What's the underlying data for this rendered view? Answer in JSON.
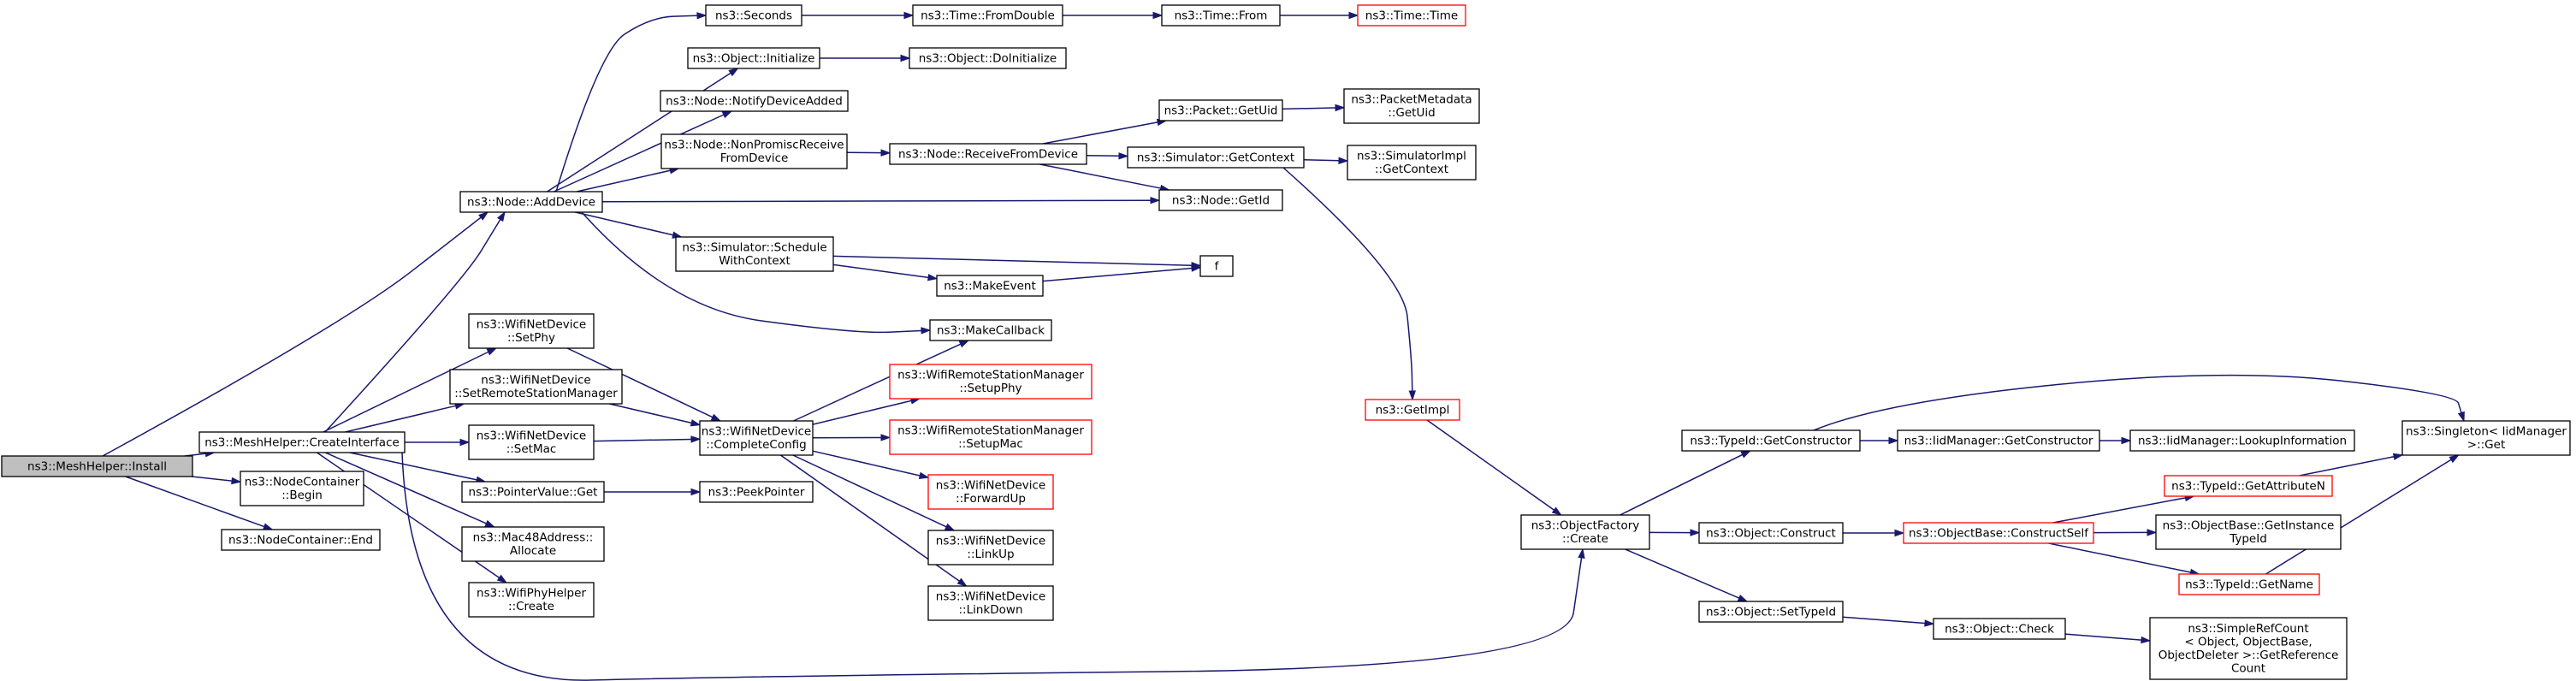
{
  "colors": {
    "edge": "#191970",
    "node_border": "#000000",
    "missing_border": "#ff0000",
    "root_fill": "#bfbfbf",
    "node_fill": "#ffffff"
  },
  "nodes": {
    "meshhelper_install": [
      "ns3::MeshHelper::Install"
    ],
    "meshhelper_createinterface": [
      "ns3::MeshHelper::CreateInterface"
    ],
    "nodecontainer_begin": [
      "ns3::NodeContainer",
      "::Begin"
    ],
    "nodecontainer_end": [
      "ns3::NodeContainer::End"
    ],
    "node_adddevice": [
      "ns3::Node::AddDevice"
    ],
    "seconds": [
      "ns3::Seconds"
    ],
    "object_initialize": [
      "ns3::Object::Initialize"
    ],
    "node_notifydeviceadded": [
      "ns3::Node::NotifyDeviceAdded"
    ],
    "node_nonpromiscreceivefromdevice": [
      "ns3::Node::NonPromiscReceive",
      "FromDevice"
    ],
    "simulator_schedulewithcontext": [
      "ns3::Simulator::Schedule",
      "WithContext"
    ],
    "time_fromdouble": [
      "ns3::Time::FromDouble"
    ],
    "object_doinitialize": [
      "ns3::Object::DoInitialize"
    ],
    "node_receivefromdevice": [
      "ns3::Node::ReceiveFromDevice"
    ],
    "makeevent": [
      "ns3::MakeEvent"
    ],
    "time_from": [
      "ns3::Time::From"
    ],
    "time_time": [
      "ns3::Time::Time"
    ],
    "packet_getuid": [
      "ns3::Packet::GetUid"
    ],
    "packetmetadata_getuid": [
      "ns3::PacketMetadata",
      "::GetUid"
    ],
    "simulator_getcontext": [
      "ns3::Simulator::GetContext"
    ],
    "simulatorimpl_getcontext": [
      "ns3::SimulatorImpl",
      "::GetContext"
    ],
    "node_getid": [
      "ns3::Node::GetId"
    ],
    "f": [
      "f"
    ],
    "wifinetdevice_setphy": [
      "ns3::WifiNetDevice",
      "::SetPhy"
    ],
    "wifinetdevice_setremotestationmanager": [
      "ns3::WifiNetDevice",
      "::SetRemoteStationManager"
    ],
    "wifinetdevice_setmac": [
      "ns3::WifiNetDevice",
      "::SetMac"
    ],
    "pointervalue_get": [
      "ns3::PointerValue::Get"
    ],
    "mac48address_allocate": [
      "ns3::Mac48Address::",
      "Allocate"
    ],
    "wifiphyhelper_create": [
      "ns3::WifiPhyHelper",
      "::Create"
    ],
    "wifinetdevice_completeconfig": [
      "ns3::WifiNetDevice",
      "::CompleteConfig"
    ],
    "peekpointer": [
      "ns3::PeekPointer"
    ],
    "makecallback": [
      "ns3::MakeCallback"
    ],
    "wifiremotestationmanager_setupphy": [
      "ns3::WifiRemoteStationManager",
      "::SetupPhy"
    ],
    "wifiremotestationmanager_setupmac": [
      "ns3::WifiRemoteStationManager",
      "::SetupMac"
    ],
    "wifinetdevice_forwardup": [
      "ns3::WifiNetDevice",
      "::ForwardUp"
    ],
    "wifinetdevice_linkup": [
      "ns3::WifiNetDevice",
      "::LinkUp"
    ],
    "wifinetdevice_linkdown": [
      "ns3::WifiNetDevice",
      "::LinkDown"
    ],
    "getimpl": [
      "ns3::GetImpl"
    ],
    "objectfactory_create": [
      "ns3::ObjectFactory",
      "::Create"
    ],
    "typeid_getconstructor": [
      "ns3::TypeId::GetConstructor"
    ],
    "object_construct": [
      "ns3::Object::Construct"
    ],
    "object_settypeid": [
      "ns3::Object::SetTypeId"
    ],
    "iidmanager_getconstructor": [
      "ns3::IidManager::GetConstructor"
    ],
    "iidmanager_lookupinformation": [
      "ns3::IidManager::LookupInformation"
    ],
    "objectbase_constructself": [
      "ns3::ObjectBase::ConstructSelf"
    ],
    "object_check": [
      "ns3::Object::Check"
    ],
    "typeid_getattributen": [
      "ns3::TypeId::GetAttributeN"
    ],
    "objectbase_getinstancetypeid": [
      "ns3::ObjectBase::GetInstance",
      "TypeId"
    ],
    "typeid_getname": [
      "ns3::TypeId::GetName"
    ],
    "simplerefcount_getreferencecount": [
      "ns3::SimpleRefCount",
      "< Object, ObjectBase,",
      "ObjectDeleter >::GetReference",
      "Count"
    ],
    "singleton_get": [
      "ns3::Singleton< IidManager",
      " >::Get"
    ]
  }
}
